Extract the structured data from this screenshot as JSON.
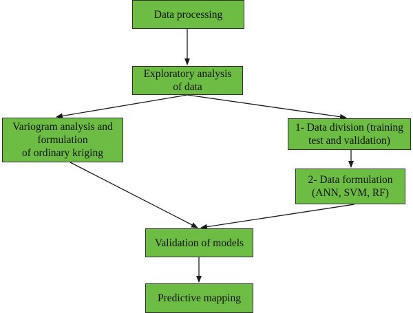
{
  "nodes": {
    "data_processing": [
      "Data processing"
    ],
    "exploratory": [
      "Exploratory analysis",
      "of data"
    ],
    "variogram": [
      "Variogram analysis and",
      "formulation",
      "of ordinary kriging"
    ],
    "data_division": [
      "1- Data division (training",
      "test and validation)"
    ],
    "data_formulation": [
      "2- Data formulation",
      "(ANN, SVM, RF)"
    ],
    "validation": [
      "Validation of models"
    ],
    "predictive": [
      "Predictive mapping"
    ]
  },
  "colors": {
    "box_fill": "#6dbd45",
    "box_border": "#2f2f2f",
    "arrow": "#1a1a1a"
  }
}
